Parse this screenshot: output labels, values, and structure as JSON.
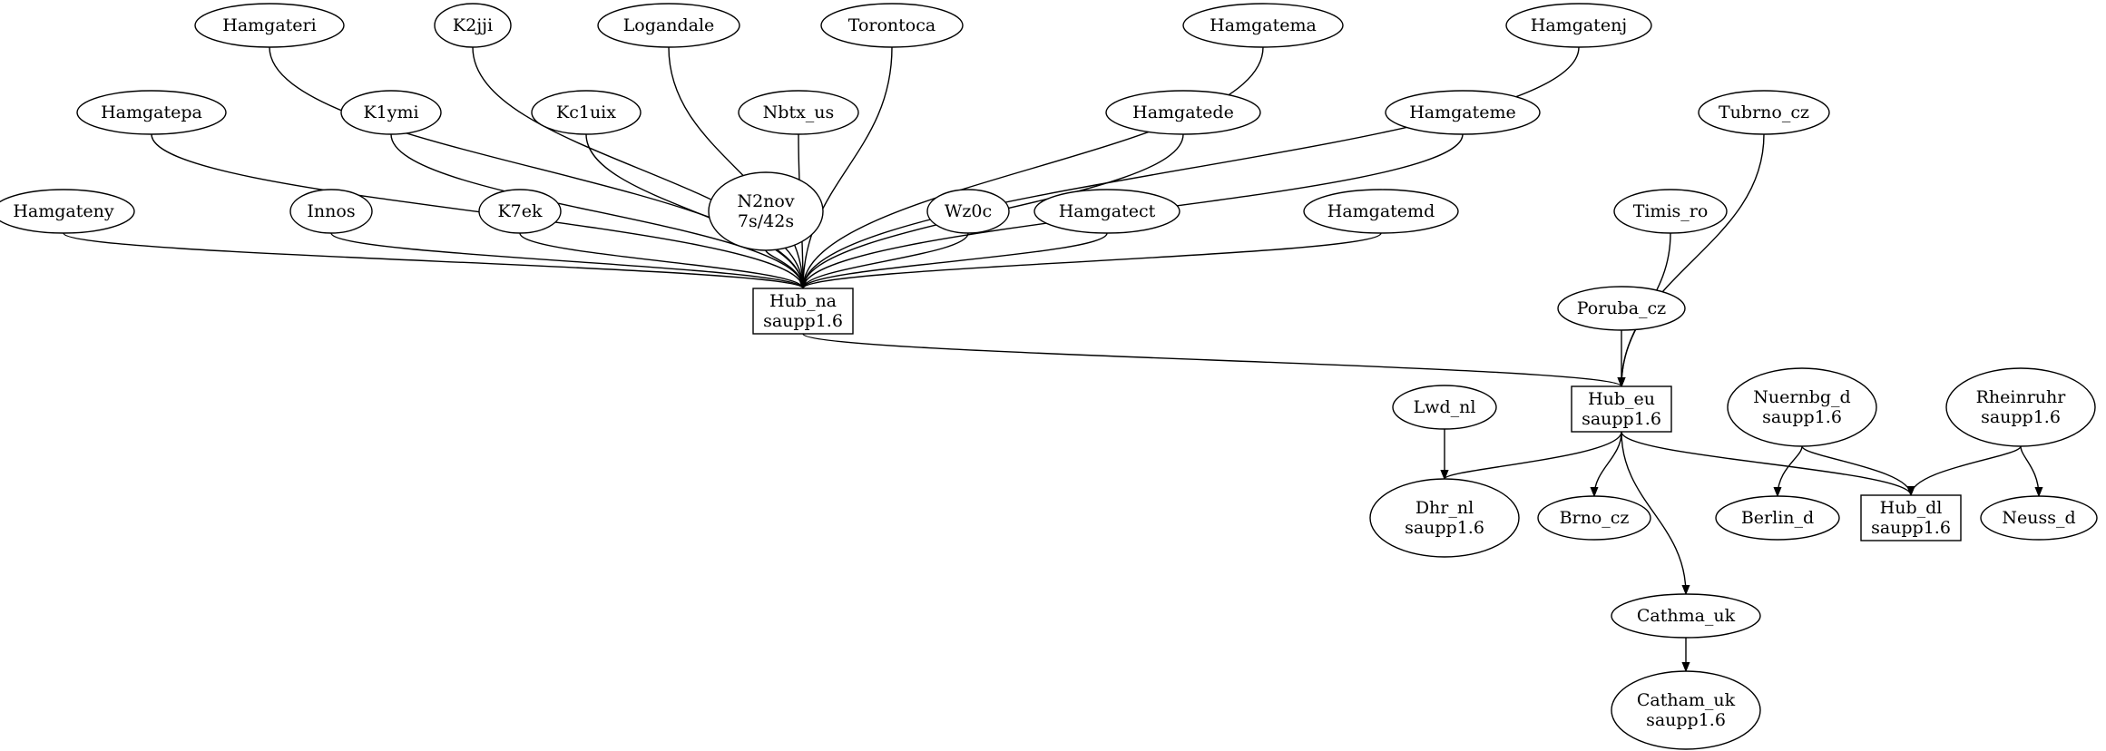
{
  "nodes": [
    {
      "id": "hamgateri",
      "lines": [
        "Hamgateri"
      ],
      "shape": "ellipse"
    },
    {
      "id": "k2jji",
      "lines": [
        "K2jji"
      ],
      "shape": "ellipse"
    },
    {
      "id": "logandale",
      "lines": [
        "Logandale"
      ],
      "shape": "ellipse"
    },
    {
      "id": "torontoca",
      "lines": [
        "Torontoca"
      ],
      "shape": "ellipse"
    },
    {
      "id": "hamgatema",
      "lines": [
        "Hamgatema"
      ],
      "shape": "ellipse"
    },
    {
      "id": "hamgatenj",
      "lines": [
        "Hamgatenj"
      ],
      "shape": "ellipse"
    },
    {
      "id": "hamgatepa",
      "lines": [
        "Hamgatepa"
      ],
      "shape": "ellipse"
    },
    {
      "id": "k1ymi",
      "lines": [
        "K1ymi"
      ],
      "shape": "ellipse"
    },
    {
      "id": "kc1uix",
      "lines": [
        "Kc1uix"
      ],
      "shape": "ellipse"
    },
    {
      "id": "nbtx_us",
      "lines": [
        "Nbtx_us"
      ],
      "shape": "ellipse"
    },
    {
      "id": "hamgatede",
      "lines": [
        "Hamgatede"
      ],
      "shape": "ellipse"
    },
    {
      "id": "hamgateme",
      "lines": [
        "Hamgateme"
      ],
      "shape": "ellipse"
    },
    {
      "id": "tubrno_cz",
      "lines": [
        "Tubrno_cz"
      ],
      "shape": "ellipse"
    },
    {
      "id": "hamgateny",
      "lines": [
        "Hamgateny"
      ],
      "shape": "ellipse"
    },
    {
      "id": "innos",
      "lines": [
        "Innos"
      ],
      "shape": "ellipse"
    },
    {
      "id": "k7ek",
      "lines": [
        "K7ek"
      ],
      "shape": "ellipse"
    },
    {
      "id": "n2nov",
      "lines": [
        "N2nov",
        "7s/42s"
      ],
      "shape": "ellipse"
    },
    {
      "id": "wz0c",
      "lines": [
        "Wz0c"
      ],
      "shape": "ellipse"
    },
    {
      "id": "hamgatect",
      "lines": [
        "Hamgatect"
      ],
      "shape": "ellipse"
    },
    {
      "id": "hamgatemd",
      "lines": [
        "Hamgatemd"
      ],
      "shape": "ellipse"
    },
    {
      "id": "timis_ro",
      "lines": [
        "Timis_ro"
      ],
      "shape": "ellipse"
    },
    {
      "id": "hub_na",
      "lines": [
        "Hub_na",
        "saupp1.6"
      ],
      "shape": "box"
    },
    {
      "id": "poruba_cz",
      "lines": [
        "Poruba_cz"
      ],
      "shape": "ellipse"
    },
    {
      "id": "lwd_nl",
      "lines": [
        "Lwd_nl"
      ],
      "shape": "ellipse"
    },
    {
      "id": "hub_eu",
      "lines": [
        "Hub_eu",
        "saupp1.6"
      ],
      "shape": "box"
    },
    {
      "id": "nuernbg_d",
      "lines": [
        "Nuernbg_d",
        "saupp1.6"
      ],
      "shape": "ellipse"
    },
    {
      "id": "rheinruhr",
      "lines": [
        "Rheinruhr",
        "saupp1.6"
      ],
      "shape": "ellipse"
    },
    {
      "id": "dhr_nl",
      "lines": [
        "Dhr_nl",
        "saupp1.6"
      ],
      "shape": "ellipse"
    },
    {
      "id": "brno_cz",
      "lines": [
        "Brno_cz"
      ],
      "shape": "ellipse"
    },
    {
      "id": "berlin_d",
      "lines": [
        "Berlin_d"
      ],
      "shape": "ellipse"
    },
    {
      "id": "hub_dl",
      "lines": [
        "Hub_dl",
        "saupp1.6"
      ],
      "shape": "box"
    },
    {
      "id": "neuss_d",
      "lines": [
        "Neuss_d"
      ],
      "shape": "ellipse"
    },
    {
      "id": "cathma_uk",
      "lines": [
        "Cathma_uk"
      ],
      "shape": "ellipse"
    },
    {
      "id": "catham_uk",
      "lines": [
        "Catham_uk",
        "saupp1.6"
      ],
      "shape": "ellipse"
    }
  ],
  "edges": [
    {
      "from": "hamgateri",
      "to": "hub_na"
    },
    {
      "from": "k2jji",
      "to": "hub_na"
    },
    {
      "from": "logandale",
      "to": "hub_na"
    },
    {
      "from": "torontoca",
      "to": "hub_na"
    },
    {
      "from": "hamgatema",
      "to": "hub_na"
    },
    {
      "from": "hamgatenj",
      "to": "hub_na"
    },
    {
      "from": "hamgatepa",
      "to": "hub_na"
    },
    {
      "from": "k1ymi",
      "to": "hub_na"
    },
    {
      "from": "kc1uix",
      "to": "hub_na"
    },
    {
      "from": "nbtx_us",
      "to": "hub_na"
    },
    {
      "from": "hamgatede",
      "to": "hub_na"
    },
    {
      "from": "hamgateme",
      "to": "hub_na"
    },
    {
      "from": "hamgateny",
      "to": "hub_na"
    },
    {
      "from": "innos",
      "to": "hub_na"
    },
    {
      "from": "k7ek",
      "to": "hub_na"
    },
    {
      "from": "n2nov",
      "to": "hub_na"
    },
    {
      "from": "wz0c",
      "to": "hub_na"
    },
    {
      "from": "hamgatect",
      "to": "hub_na"
    },
    {
      "from": "hamgatemd",
      "to": "hub_na"
    },
    {
      "from": "hub_na",
      "to": "hub_eu"
    },
    {
      "from": "tubrno_cz",
      "to": "hub_eu"
    },
    {
      "from": "timis_ro",
      "to": "hub_eu"
    },
    {
      "from": "poruba_cz",
      "to": "hub_eu"
    },
    {
      "from": "lwd_nl",
      "to": "dhr_nl"
    },
    {
      "from": "hub_eu",
      "to": "dhr_nl"
    },
    {
      "from": "hub_eu",
      "to": "brno_cz"
    },
    {
      "from": "hub_eu",
      "to": "hub_dl"
    },
    {
      "from": "hub_eu",
      "to": "cathma_uk"
    },
    {
      "from": "nuernbg_d",
      "to": "berlin_d"
    },
    {
      "from": "nuernbg_d",
      "to": "hub_dl"
    },
    {
      "from": "rheinruhr",
      "to": "hub_dl"
    },
    {
      "from": "rheinruhr",
      "to": "neuss_d"
    },
    {
      "from": "cathma_uk",
      "to": "catham_uk"
    }
  ]
}
